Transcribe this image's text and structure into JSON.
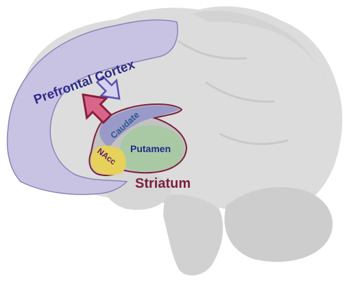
{
  "labels": {
    "prefrontal_cortex": "Prefrontal Cortex",
    "caudate": "Caudate",
    "putamen": "Putamen",
    "nacc": "NAcc",
    "striatum": "Striatum"
  },
  "colors": {
    "prefrontal_fill": "#c9c3e3",
    "prefrontal_stroke": "#8a82b8",
    "prefrontal_text": "#2d2a8c",
    "caudate_fill": "#9a9ac8",
    "caudate_text": "#2d5a8c",
    "putamen_fill": "#a9c9a4",
    "putamen_text": "#1f2a8c",
    "nacc_fill": "#e6d15a",
    "nacc_text": "#5a1f6e",
    "striatum_stroke": "#7a1f3a",
    "striatum_text": "#7a1f3a",
    "arrow_pink_fill": "#d9668a",
    "arrow_pink_stroke": "#8a1f3a",
    "arrow_lavender_fill": "#d5d2f0",
    "arrow_lavender_stroke": "#5a4fb0",
    "brain_fill": "#d9d9d9"
  },
  "icons": {
    "ascending_arrow": "arrow-up-right-icon",
    "descending_arrow": "arrow-down-left-icon"
  }
}
